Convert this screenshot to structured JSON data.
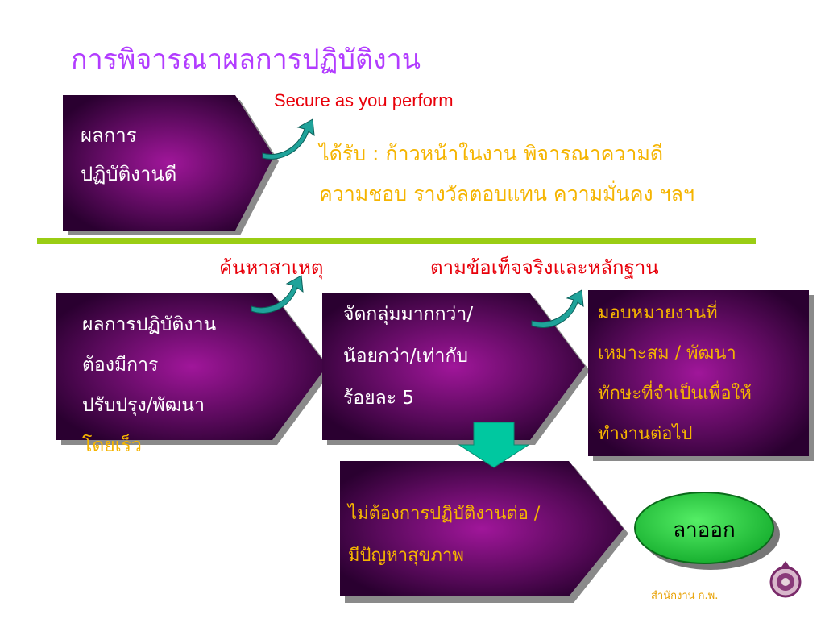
{
  "title": "การพิจารณาผลการปฏิบัติงาน",
  "secure_label": "Secure as you perform",
  "good": {
    "box_lines": [
      "ผลการ",
      "ปฏิบัติงานดี"
    ],
    "reward_lines": [
      "ได้รับ : ก้าวหน้าในงาน พิจารณาความดี",
      "ความชอบ  รางวัลตอบแทน ความมั่นคง ฯลฯ"
    ]
  },
  "labels": {
    "find_cause": "ค้นหาสาเหตุ",
    "by_fact": "ตามข้อเท็จจริงและหลักฐาน"
  },
  "improve_box": [
    "ผลการปฏิบัติงาน",
    "ต้องมีการ",
    "ปรับปรุง/พัฒนา",
    "โดยเร็ว"
  ],
  "group_box": [
    "จัดกลุ่มมากกว่า/",
    "น้อยกว่า/เท่ากับ",
    "ร้อยละ 5"
  ],
  "assign_box": [
    "มอบหมายงานที่",
    "เหมาะสม / พัฒนา",
    "ทักษะที่จำเป็นเพื่อให้",
    "ทำงานต่อไป"
  ],
  "no_continue_box": [
    "ไม่ต้องการปฏิบัติงานต่อ /",
    "มีปัญหาสุขภาพ"
  ],
  "resign_label": "ลาออก",
  "office_label": "สำนักงาน ก.พ.",
  "colors": {
    "title": "#b23cff",
    "secure": "#e8000a",
    "box_dark": "#2a0030",
    "box_glow": "#a0169a",
    "divider": "#9acd14",
    "gold_text": "#f5b400",
    "arrow_teal": "#1fa39a",
    "down_arrow": "#00c8a0",
    "ellipse": "#22cc44"
  }
}
